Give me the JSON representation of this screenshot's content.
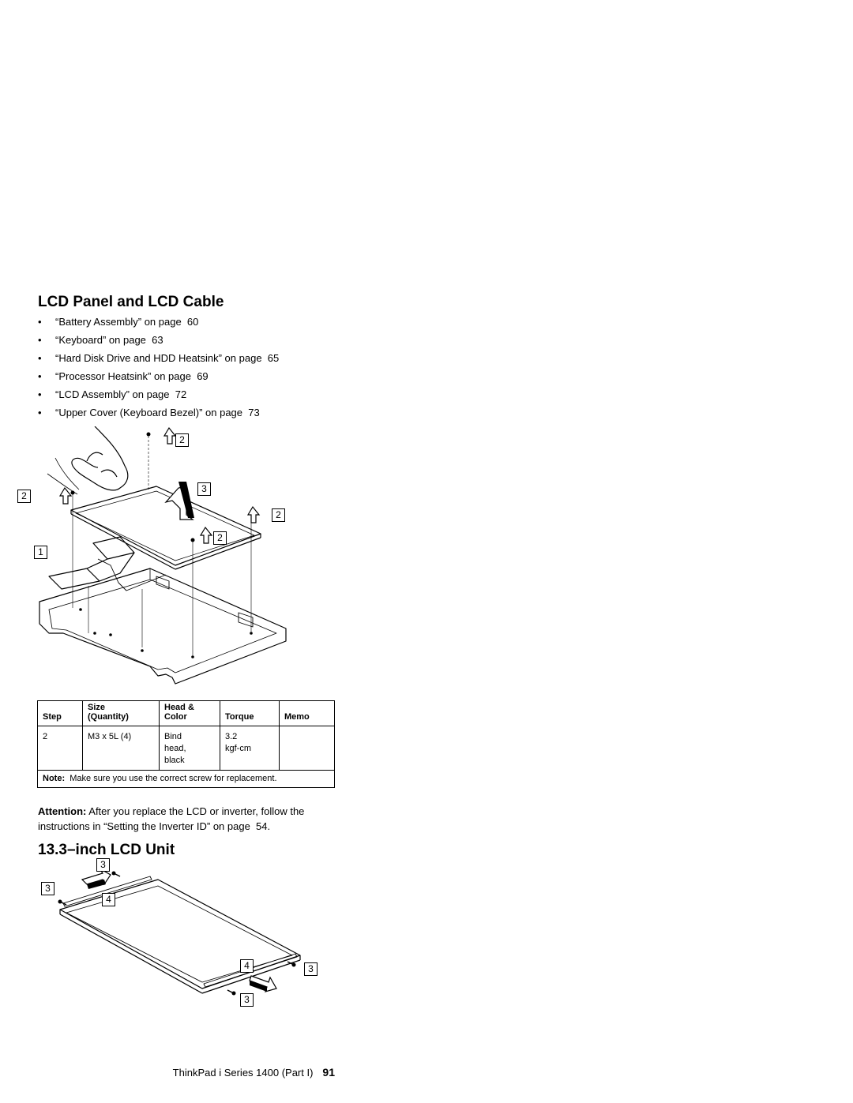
{
  "section_title": "LCD Panel and LCD Cable",
  "prereqs": [
    {
      "text": "“Battery Assembly” on page  60"
    },
    {
      "text": "“Keyboard” on page  63"
    },
    {
      "text": "“Hard Disk Drive and HDD Heatsink” on page  65"
    },
    {
      "text": "“Processor Heatsink” on page  69"
    },
    {
      "text": "“LCD Assembly” on page  72"
    },
    {
      "text": "“Upper Cover (Keyboard Bezel)” on page  73"
    }
  ],
  "bullet_symbol": "•",
  "figure1": {
    "callouts": [
      "2",
      "2",
      "3",
      "2",
      "2",
      "1"
    ]
  },
  "table": {
    "headers": {
      "step": "Step",
      "size_line1": "Size",
      "size_line2": "(Quantity)",
      "head_line1": "Head &",
      "head_line2": "Color",
      "torque": "Torque",
      "memo": "Memo"
    },
    "row": {
      "step": "2",
      "size": "M3 x 5L (4)",
      "head_1": "Bind",
      "head_2": "head,",
      "head_3": "black",
      "torque_1": "3.2",
      "torque_2": "kgf-cm",
      "memo": ""
    },
    "note_label": "Note:",
    "note_text": "Make sure you use the correct screw for replacement."
  },
  "attention": {
    "label": "Attention:",
    "text": " After you replace the LCD or inverter, follow the instructions in “Setting the Inverter ID” on page  54."
  },
  "subsection_title": "13.3–inch LCD Unit",
  "figure2": {
    "callouts": [
      "3",
      "3",
      "4",
      "4",
      "3",
      "3"
    ]
  },
  "footer": {
    "text": "ThinkPad i Series 1400 (Part I)",
    "page": "91"
  }
}
